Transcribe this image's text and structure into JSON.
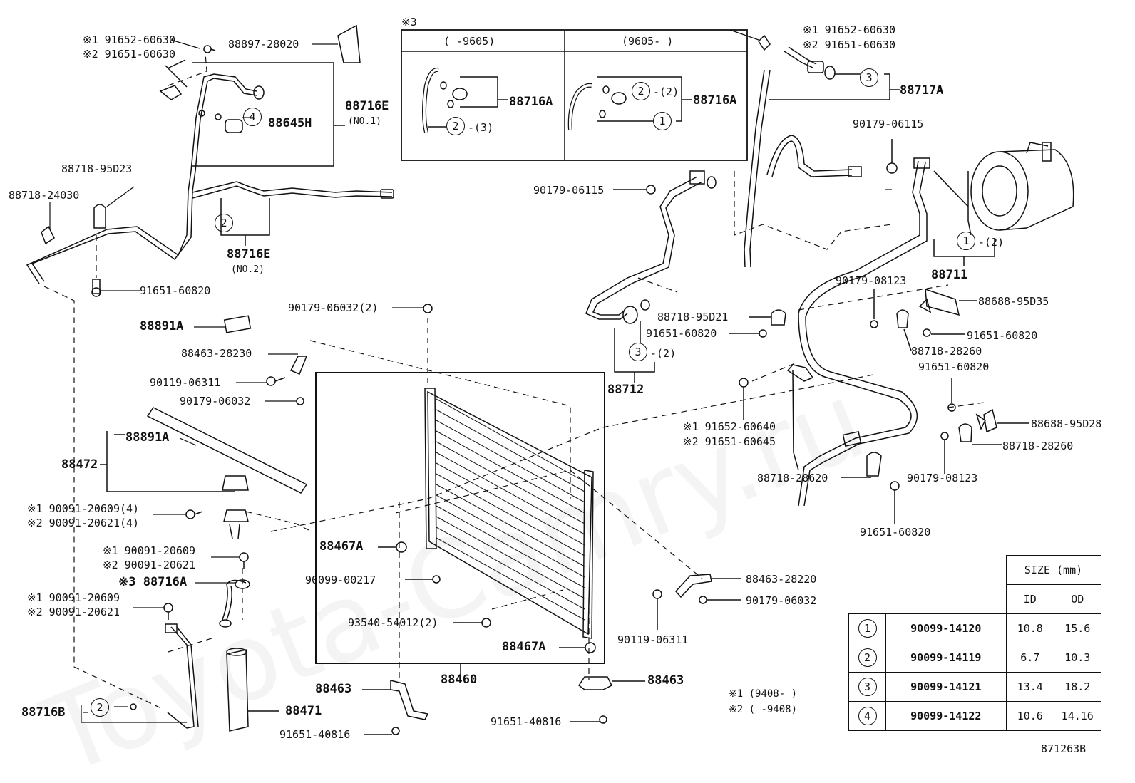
{
  "watermark": "Toyota-Camry.ru",
  "diagram_id": "871263B",
  "callouts": {
    "c1": "※1 91652-60630",
    "c2": "※2 91651-60630",
    "c3": "88897-28020",
    "c4": "88716E",
    "c5": "(NO.1)",
    "c6": "88645H",
    "c7": "88718-95D23",
    "c8": "88718-24030",
    "c9": "88716E",
    "c10": "(NO.2)",
    "c11": "91651-60820",
    "c12": "88891A",
    "c13": "90179-06032(2)",
    "c14": "88463-28230",
    "c15": "90119-06311",
    "c16": "90179-06032",
    "c17": "88891A",
    "c18": "88472",
    "c19": "※1 90091-20609(4)",
    "c20": "※2 90091-20621(4)",
    "c21": "※1 90091-20609",
    "c22": "※2 90091-20621",
    "c23": "※3 88716A",
    "c24": "※1 90091-20609",
    "c25": "※2 90091-20621",
    "c26": "88716B",
    "c27": "88471",
    "c28": "91651-40816",
    "c29": "88463",
    "c30": "88467A",
    "c31": "90099-00217",
    "c32": "93540-54012(2)",
    "c33": "88460",
    "c34": "88467A",
    "c35": "88463",
    "c36": "91651-40816",
    "c37": "88463-28220",
    "c38": "90179-06032",
    "c39": "90119-06311",
    "c40": "※3",
    "c41": "(   -9605)",
    "c42": "(9605-   )",
    "c43": "88716A",
    "c44": "88716A",
    "c45": "※1 91652-60630",
    "c46": "※2 91651-60630",
    "c47": "88717A",
    "c48": "90179-06115",
    "c49": "90179-06115",
    "c50": "88711",
    "c51": "90179-08123",
    "c52": "88688-95D35",
    "c53": "88718-95D21",
    "c54": "91651-60820",
    "c55": "91651-60820",
    "c56": "88718-28260",
    "c57": "88712",
    "c58": "91651-60820",
    "c59": "※1 91652-60640",
    "c60": "※2 91651-60645",
    "c61": "88688-95D28",
    "c62": "88718-28260",
    "c63": "88718-28620",
    "c64": "90179-08123",
    "c65": "91651-60820",
    "c66": "-(2)",
    "c67": "-(2)",
    "c68": "-(3)",
    "c69": "-(2)"
  },
  "notes": {
    "n1": "※1 (9408-     )",
    "n2": "※2 (     -9408)"
  },
  "size_table": {
    "header": "SIZE (mm)",
    "col_id": "ID",
    "col_od": "OD",
    "rows": [
      {
        "ref": "1",
        "part": "90099-14120",
        "id": "10.8",
        "od": "15.6"
      },
      {
        "ref": "2",
        "part": "90099-14119",
        "id": "6.7",
        "od": "10.3"
      },
      {
        "ref": "3",
        "part": "90099-14121",
        "id": "13.4",
        "od": "18.2"
      },
      {
        "ref": "4",
        "part": "90099-14122",
        "id": "10.6",
        "od": "14.16"
      }
    ]
  },
  "circle_refs": {
    "r_a": "4",
    "r_b": "2",
    "r_c": "2",
    "r_d": "2",
    "r_e": "1",
    "r_f": "3",
    "r_g": "1",
    "r_h": "3",
    "r_i": "2"
  }
}
